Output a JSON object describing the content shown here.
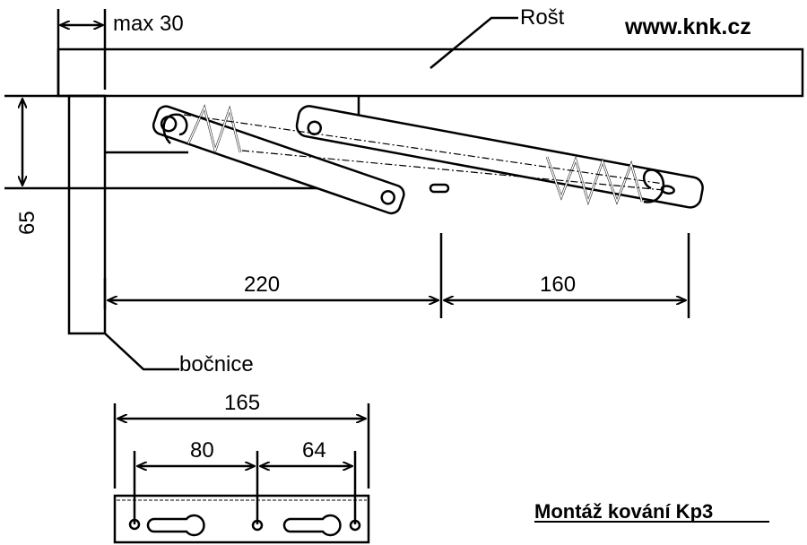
{
  "labels": {
    "max_width": "max 30",
    "grate": "Rošt",
    "website": "www.knk.cz",
    "height": "65",
    "dim_220": "220",
    "dim_160": "160",
    "side_panel": "bočnice",
    "dim_165": "165",
    "dim_80": "80",
    "dim_64": "64",
    "title": "Montáž kování Kp3"
  },
  "colors": {
    "ink": "#000000",
    "background": "#ffffff"
  }
}
